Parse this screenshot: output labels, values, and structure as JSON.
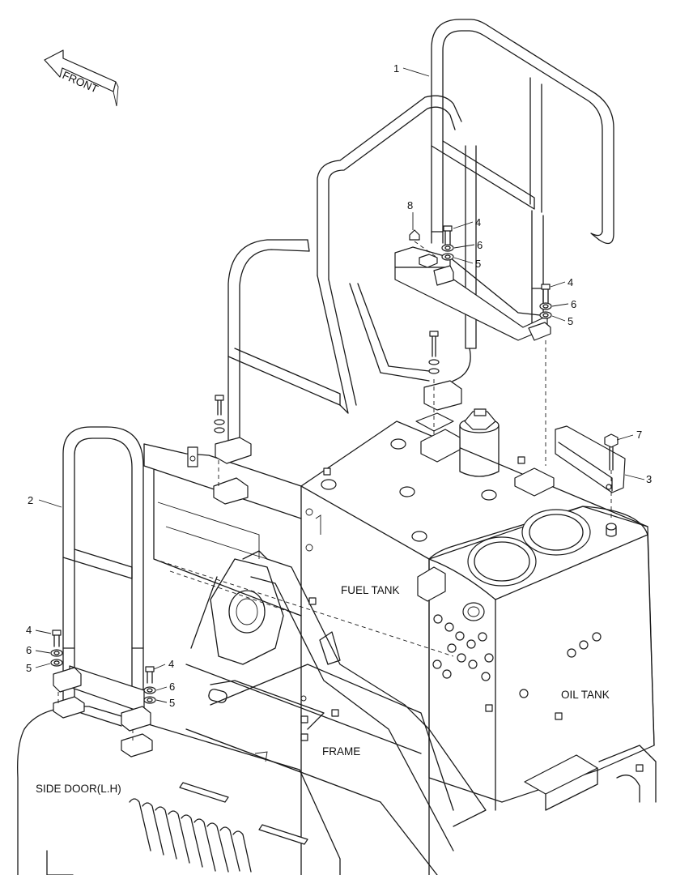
{
  "diagram": {
    "direction_label": "FRONT",
    "area_labels": {
      "fuel_tank": "FUEL TANK",
      "oil_tank": "OIL TANK",
      "frame": "FRAME",
      "side_door": "SIDE DOOR(L.H)"
    },
    "callouts": {
      "p1": "1",
      "p2": "2",
      "p3": "3",
      "p4a": "4",
      "p4b": "4",
      "p4c": "4",
      "p4d": "4",
      "p5a": "5",
      "p5b": "5",
      "p5c": "5",
      "p5d": "5",
      "p6a": "6",
      "p6b": "6",
      "p6c": "6",
      "p6d": "6",
      "p7": "7",
      "p8": "8"
    },
    "colors": {
      "line": "#1a1a1a",
      "background": "#ffffff"
    }
  }
}
